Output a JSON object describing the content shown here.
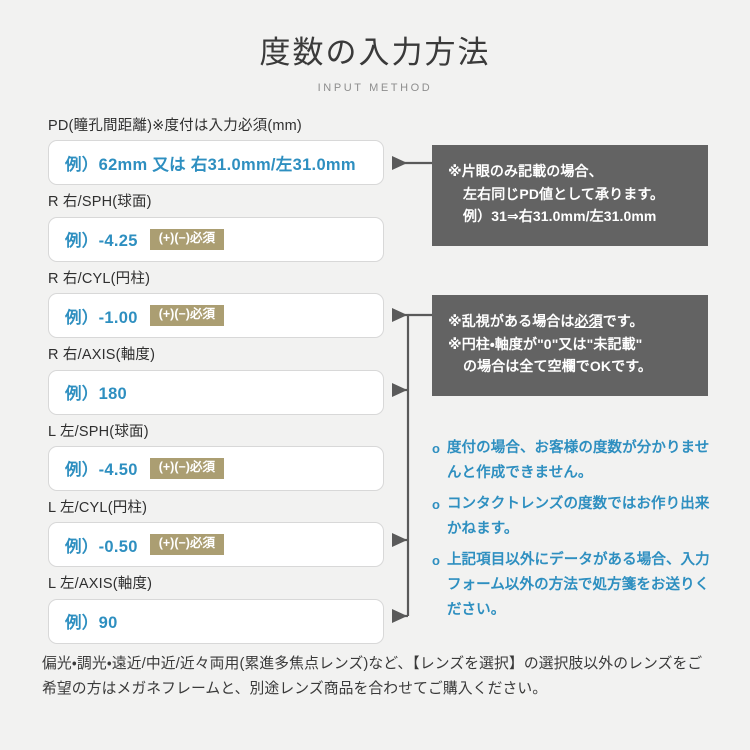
{
  "header": {
    "title": "度数の入力方法",
    "subtitle": "INPUT METHOD"
  },
  "colors": {
    "background": "#f2f2f1",
    "placeholder_blue": "#2e8fc0",
    "required_badge": "#ab9e72",
    "callout_bg": "#636363",
    "connector": "#5a5a5a",
    "input_border": "#d8d8d8"
  },
  "fields": [
    {
      "label": "PD(瞳孔間距離)※度付は入力必須(mm)",
      "placeholder": "例）62mm 又は 右31.0mm/左31.0mm",
      "badge": null
    },
    {
      "label": "R 右/SPH(球面)",
      "placeholder": "例）-4.25",
      "badge": "(+)(−)必須"
    },
    {
      "label": "R 右/CYL(円柱)",
      "placeholder": "例）-1.00",
      "badge": "(+)(−)必須"
    },
    {
      "label": "R 右/AXIS(軸度)",
      "placeholder": "例）180",
      "badge": null
    },
    {
      "label": "L 左/SPH(球面)",
      "placeholder": "例）-4.50",
      "badge": "(+)(−)必須"
    },
    {
      "label": "L 左/CYL(円柱)",
      "placeholder": "例）-0.50",
      "badge": "(+)(−)必須"
    },
    {
      "label": "L 左/AXIS(軸度)",
      "placeholder": "例）90",
      "badge": null
    }
  ],
  "callout_pd": {
    "line1": "※片眼のみ記載の場合、",
    "line2": "左右同じPD値として承ります。",
    "line3": "例）31⇒右31.0mm/左31.0mm"
  },
  "callout_cyl": {
    "line1": "※乱視がある場合は必須です。",
    "line2_a": "※円柱・軸度が\"0\"又は\"未記載\"",
    "line3": "の場合は全て空欄でOKです。",
    "underlined": "必須"
  },
  "notes": {
    "bullet": "o",
    "items": [
      "度付の場合、お客様の度数が分かりませんと作成できません。",
      "コンタクトレンズの度数ではお作り出来かねます。",
      "上記項目以外にデータがある場合、入力フォーム以外の方法で処方箋をお送りください。"
    ]
  },
  "footer": {
    "text": "偏光・調光・遠近/中近/近々両用(累進多焦点レンズ)など、【レンズを選択】の選択肢以外のレンズをご希望の方はメガネフレームと、別途レンズ商品を合わせてご購入ください。"
  }
}
